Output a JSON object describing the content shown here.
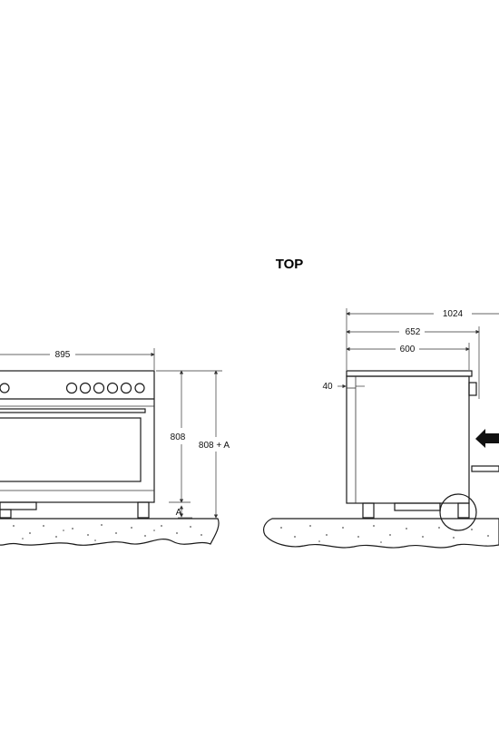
{
  "title": "TOP",
  "front_view": {
    "width_label": "895",
    "height_label": "808",
    "total_height_label": "808 + A",
    "adjust_label": "A"
  },
  "side_view": {
    "depth_total_label": "1024",
    "depth_mid_label": "652",
    "depth_body_label": "600",
    "panel_label": "40"
  }
}
